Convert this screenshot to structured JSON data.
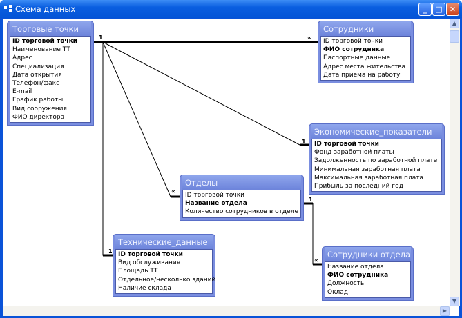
{
  "window": {
    "title": "Схема данных",
    "buttons": {
      "minimize": "_",
      "maximize": "□",
      "close": "✕"
    }
  },
  "relations": {
    "one": "1",
    "many": "∞"
  },
  "tables": [
    {
      "title": "Торговые точки",
      "fields": [
        {
          "name": "ID торговой точки",
          "key": true
        },
        {
          "name": "Наименование ТТ"
        },
        {
          "name": "Адрес"
        },
        {
          "name": "Специализация"
        },
        {
          "name": "Дата открытия"
        },
        {
          "name": "Телефон/факс"
        },
        {
          "name": "E-mail"
        },
        {
          "name": "График работы"
        },
        {
          "name": "Вид сооружения"
        },
        {
          "name": "ФИО директора"
        }
      ]
    },
    {
      "title": "Сотрудники",
      "fields": [
        {
          "name": "ID торговой точки"
        },
        {
          "name": "ФИО сотрудника",
          "key": true
        },
        {
          "name": "Паспортные данные"
        },
        {
          "name": "Адрес места жительства"
        },
        {
          "name": "Дата приема на работу"
        }
      ]
    },
    {
      "title": "Экономические_показатели",
      "fields": [
        {
          "name": "ID торговой точки",
          "key": true
        },
        {
          "name": "Фонд заработной платы"
        },
        {
          "name": "Задолженность по заработной плате"
        },
        {
          "name": "Минимальная заработная плата"
        },
        {
          "name": "Максимальная заработная плата"
        },
        {
          "name": "Прибыль за последний год"
        }
      ]
    },
    {
      "title": "Отделы",
      "fields": [
        {
          "name": "ID торговой точки"
        },
        {
          "name": "Название отдела",
          "key": true
        },
        {
          "name": "Количество сотрудников в отделе"
        }
      ]
    },
    {
      "title": "Технические_данные",
      "fields": [
        {
          "name": "ID торговой точки",
          "key": true
        },
        {
          "name": "Вид обслуживания"
        },
        {
          "name": "Площадь ТТ"
        },
        {
          "name": "Отдельное/несколько зданий"
        },
        {
          "name": "Наличие склада"
        }
      ]
    },
    {
      "title": "Сотрудники отдела",
      "fields": [
        {
          "name": "Название отдела"
        },
        {
          "name": "ФИО сотрудника",
          "key": true
        },
        {
          "name": "Должность"
        },
        {
          "name": "Оклад"
        }
      ]
    }
  ]
}
